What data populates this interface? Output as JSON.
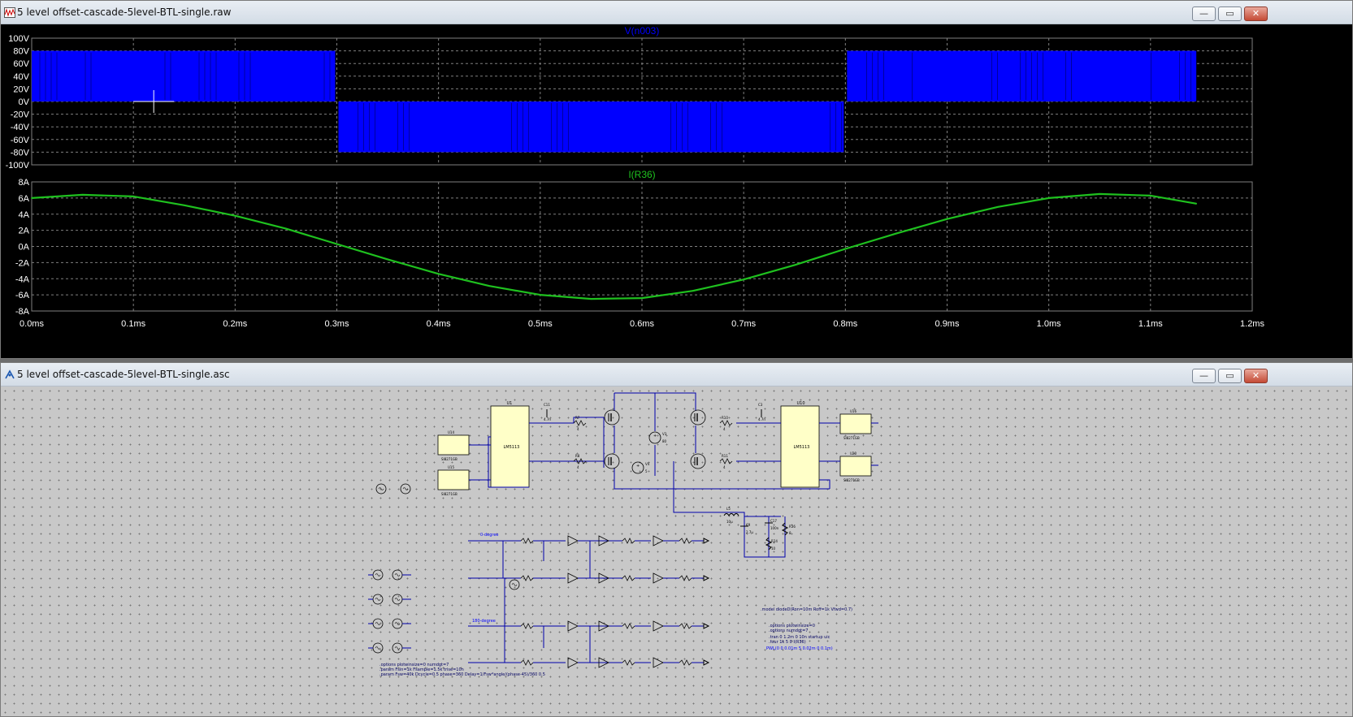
{
  "waveform_window": {
    "title": "5 level offset-cascade-5level-BTL-single.raw",
    "controls": {
      "minimize": "—",
      "maximize": "▭",
      "close": "✕"
    }
  },
  "schematic_window": {
    "title": "5 level offset-cascade-5level-BTL-single.asc",
    "controls": {
      "minimize": "—",
      "maximize": "▭",
      "close": "✕"
    }
  },
  "colors": {
    "voltage_trace": "#0000ff",
    "current_trace": "#1fc11f",
    "plot_background": "#000000",
    "grid": "#7f7f7f",
    "axis_text": "#ffffff",
    "schematic_wire": "#0000aa",
    "schematic_background": "#c8c8c8",
    "component_fill": "#ffffc8"
  },
  "chart_data": [
    {
      "type": "line",
      "title": "V(n003)",
      "xlabel": "",
      "ylabel": "",
      "xlim": [
        0,
        1.2
      ],
      "ylim": [
        -100,
        100
      ],
      "grid": true,
      "x_tick_labels": [
        "0.0ms",
        "0.1ms",
        "0.2ms",
        "0.3ms",
        "0.4ms",
        "0.5ms",
        "0.6ms",
        "0.7ms",
        "0.8ms",
        "0.9ms",
        "1.0ms",
        "1.1ms",
        "1.2ms"
      ],
      "y_tick_labels": [
        "100V",
        "80V",
        "60V",
        "40V",
        "20V",
        "0V",
        "-20V",
        "-40V",
        "-60V",
        "-80V",
        "-100V"
      ],
      "series": [
        {
          "description": "PWM waveform switching between levels",
          "segments": [
            {
              "x_start": 0.0,
              "x_end": 0.3,
              "low": 0,
              "high": 80
            },
            {
              "x_start": 0.3,
              "x_end": 0.8,
              "low": -80,
              "high": 0
            },
            {
              "x_start": 0.8,
              "x_end": 1.145,
              "low": 0,
              "high": 80
            }
          ]
        }
      ]
    },
    {
      "type": "line",
      "title": "I(R36)",
      "xlabel": "",
      "ylabel": "",
      "xlim": [
        0,
        1.2
      ],
      "ylim": [
        -8,
        8
      ],
      "grid": true,
      "x_tick_labels": [
        "0.0ms",
        "0.1ms",
        "0.2ms",
        "0.3ms",
        "0.4ms",
        "0.5ms",
        "0.6ms",
        "0.7ms",
        "0.8ms",
        "0.9ms",
        "1.0ms",
        "1.1ms",
        "1.2ms"
      ],
      "y_tick_labels": [
        "8A",
        "6A",
        "4A",
        "2A",
        "0A",
        "-2A",
        "-4A",
        "-6A",
        "-8A"
      ],
      "series": [
        {
          "x": [
            0.0,
            0.05,
            0.1,
            0.15,
            0.2,
            0.25,
            0.3,
            0.35,
            0.4,
            0.45,
            0.5,
            0.55,
            0.6,
            0.65,
            0.7,
            0.75,
            0.8,
            0.85,
            0.9,
            0.95,
            1.0,
            1.05,
            1.1,
            1.145
          ],
          "values": [
            6.0,
            6.4,
            6.2,
            5.1,
            3.8,
            2.2,
            0.3,
            -1.6,
            -3.4,
            -4.9,
            -6.0,
            -6.5,
            -6.4,
            -5.5,
            -4.1,
            -2.3,
            -0.3,
            1.6,
            3.4,
            4.9,
            6.0,
            6.5,
            6.3,
            5.3
          ]
        }
      ]
    }
  ],
  "schematic": {
    "components": [
      {
        "ref": "U1",
        "part": "LM5113"
      },
      {
        "ref": "U10",
        "part": "LM5113"
      },
      {
        "ref": "U14",
        "part": "SI8271GB"
      },
      {
        "ref": "U15",
        "part": "SI8271GB"
      },
      {
        "ref": "U16",
        "part": "SI8271GB"
      },
      {
        "ref": "U20",
        "part": "SI8271GB"
      },
      {
        "ref": "C11",
        "part": "4.7n"
      },
      {
        "ref": "C3",
        "part": "4.7n"
      },
      {
        "ref": "R7",
        "part": "4"
      },
      {
        "ref": "R8",
        "part": "4"
      },
      {
        "ref": "R10",
        "part": "4"
      },
      {
        "ref": "R11",
        "part": "4"
      },
      {
        "ref": "V3",
        "part": "80"
      },
      {
        "ref": "V4",
        "part": "5"
      },
      {
        "ref": "L5",
        "part": "10µ"
      },
      {
        "ref": "C9",
        "part": "2.7µ"
      },
      {
        "ref": "C17",
        "part": "100n"
      },
      {
        "ref": "R24",
        "part": "10"
      },
      {
        "ref": "R36",
        "part": "8"
      }
    ],
    "net_labels": [
      "0-degree",
      "180-degree"
    ],
    "directives": [
      ".model diodeD(Ron=10m Roff=1k Vfwd=0.7)",
      ".options plotwinsize=0",
      ".options numdgt=7",
      ".tran 0 1.2m 0 10n startup uic",
      ".four 1k 5 0 I(R36)",
      "PWL(0 0 0.01m 5 0.02m 0 0.1m)",
      ".options plotwinsize=0 numdgt=7",
      ".param Fsin=1k Fsample=1.5k trise=10n",
      ".param Fsw=40k Dcycle=0.5 phase=360 Delay=1/Fsw*angle/(phase-45)/360 0.5"
    ]
  }
}
